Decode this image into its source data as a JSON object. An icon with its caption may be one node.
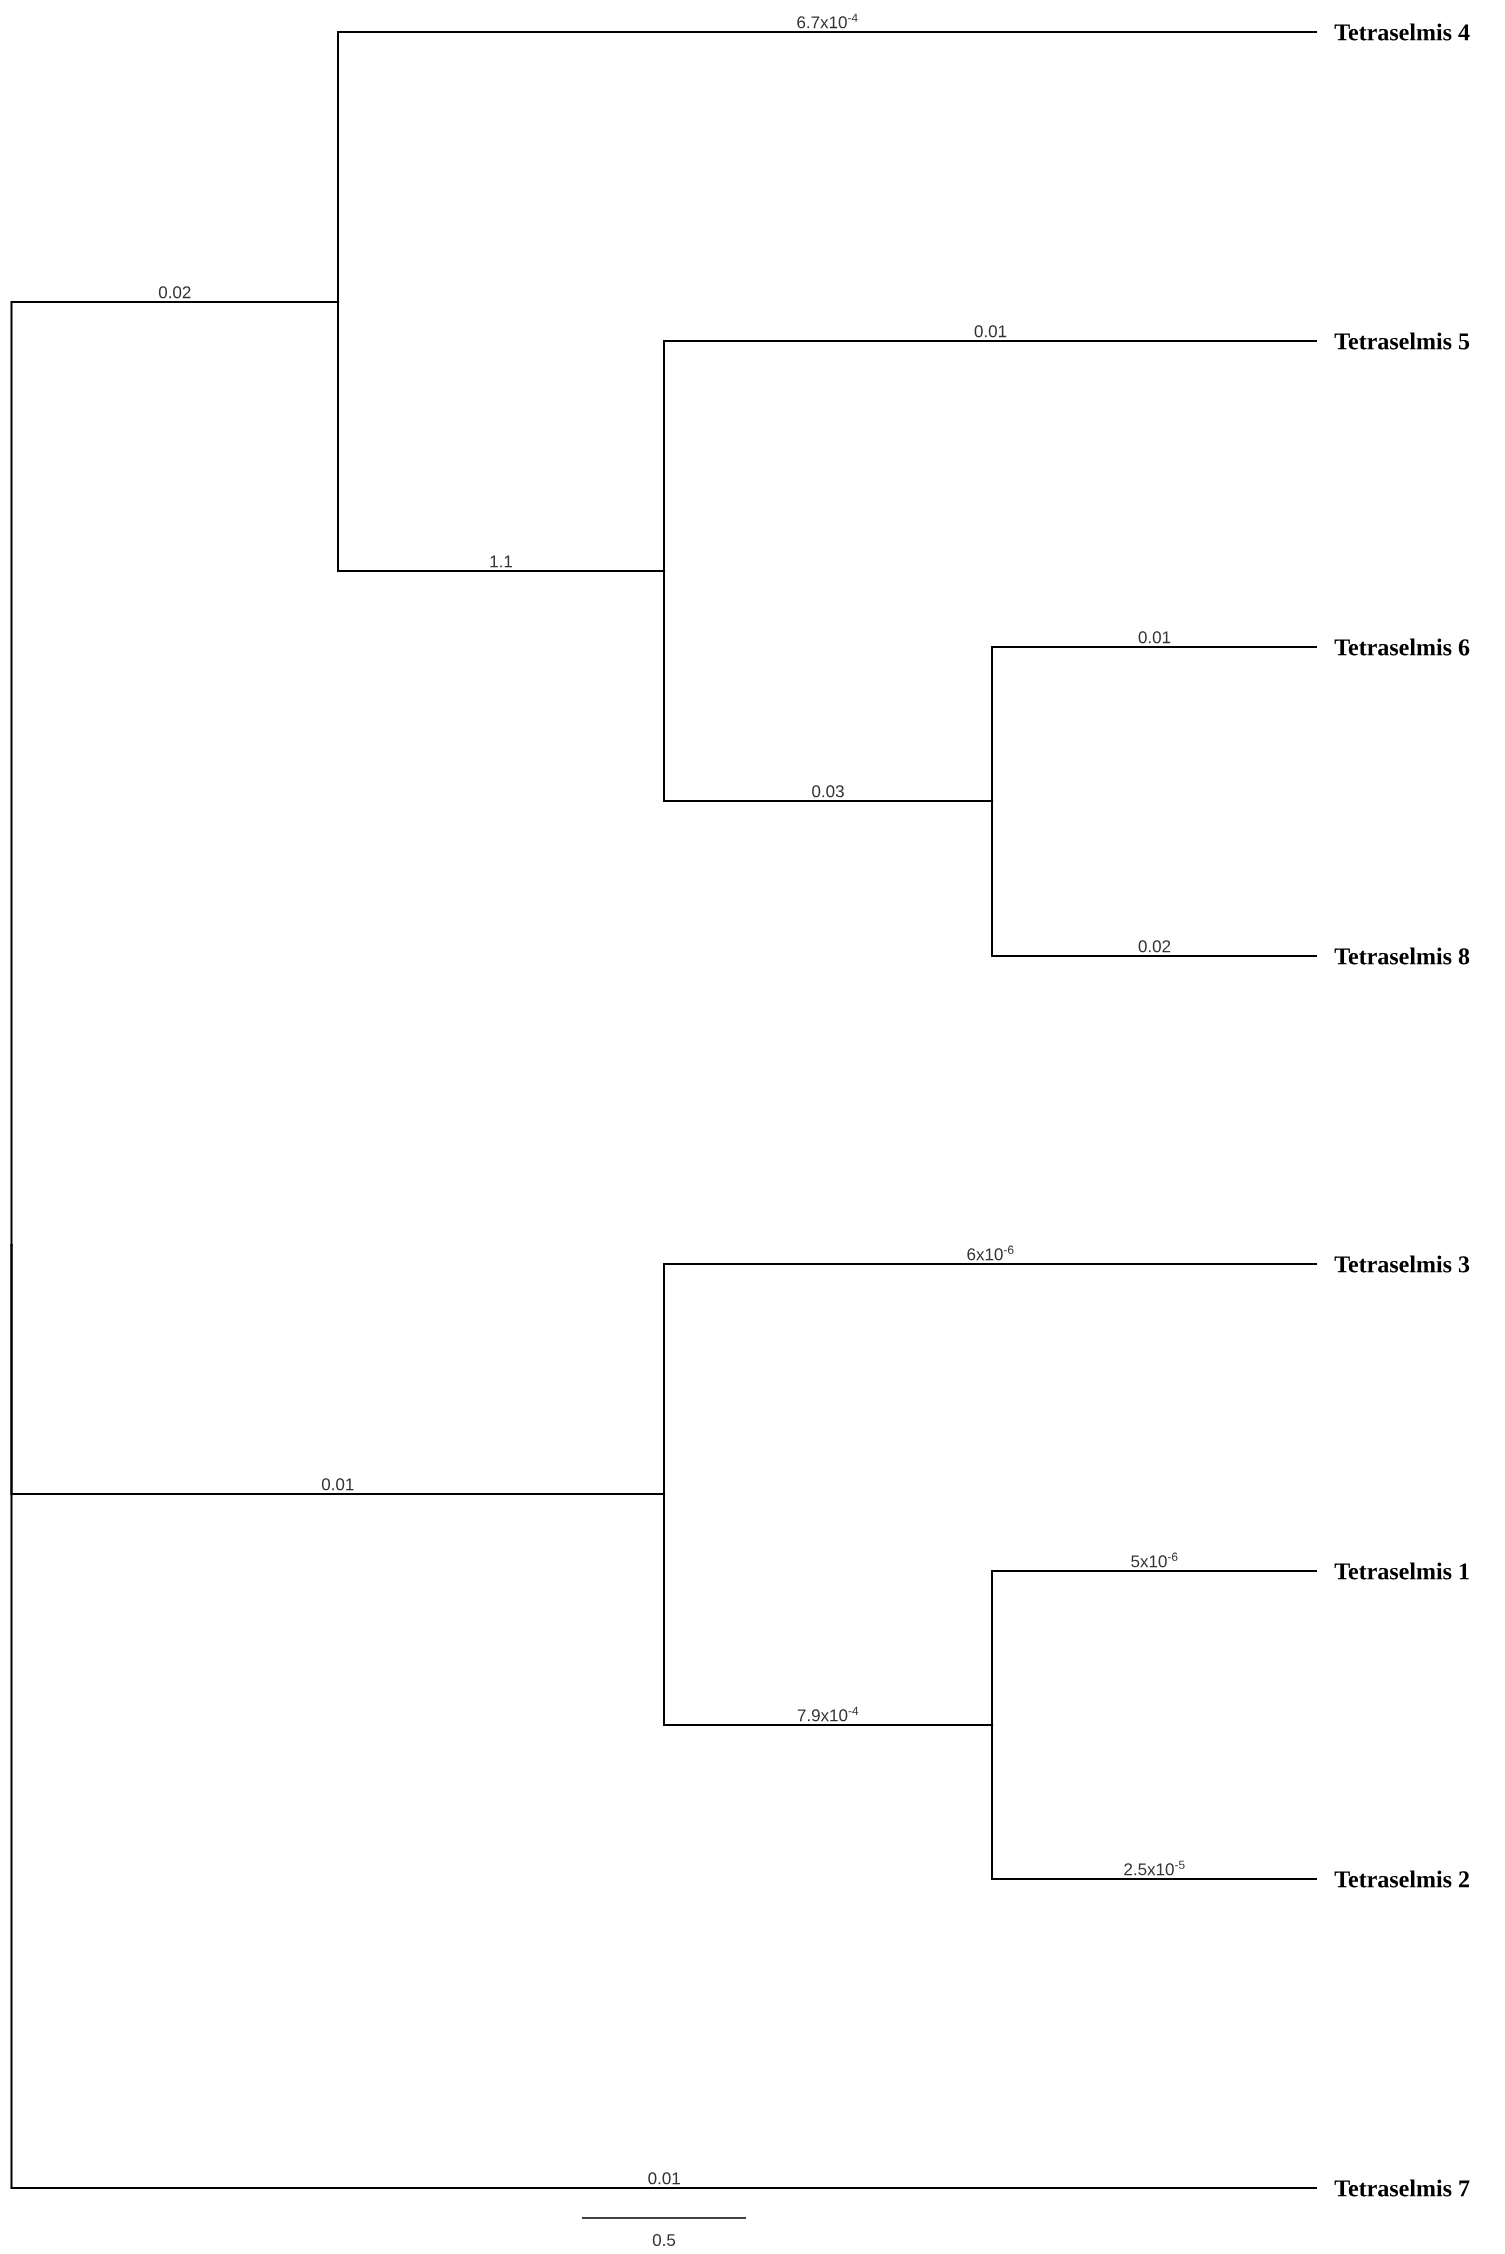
{
  "diagram": {
    "nodes": [
      {
        "text": [],
        "shape": "point"
      },
      {
        "text": [],
        "shape": "point"
      },
      {
        "text": [
          "Tetraselmis 4"
        ]
      },
      {
        "text": [],
        "shape": "point"
      },
      {
        "text": [
          "Tetraselmis 5"
        ]
      },
      {
        "text": [],
        "shape": "point"
      },
      {
        "text": [
          "Tetraselmis 6"
        ]
      },
      {
        "text": [
          "Tetraselmis 8"
        ]
      },
      {
        "text": [],
        "shape": "point"
      },
      {
        "text": [
          "Tetraselmis 3"
        ]
      },
      {
        "text": [],
        "shape": "point"
      },
      {
        "text": [
          "Tetraselmis 1"
        ]
      },
      {
        "text": [
          "Tetraselmis 2"
        ]
      },
      {
        "text": [
          "Tetraselmis 7"
        ]
      }
    ],
    "edges": [
      {
        "from": 0,
        "to": 1,
        "arrow": "none",
        "label": "0.02"
      },
      {
        "from": 1,
        "to": 2,
        "arrow": "none",
        "label": "6.7x10$^{-4}$"
      },
      {
        "from": 1,
        "to": 3,
        "arrow": "none",
        "label": "1.1"
      },
      {
        "from": 3,
        "to": 4,
        "arrow": "none",
        "label": "0.01"
      },
      {
        "from": 3,
        "to": 5,
        "arrow": "none",
        "label": "0.03"
      },
      {
        "from": 5,
        "to": 6,
        "arrow": "none",
        "label": "0.01"
      },
      {
        "from": 5,
        "to": 7,
        "arrow": "none",
        "label": "0.02"
      },
      {
        "from": 0,
        "to": 8,
        "arrow": "none",
        "label": "0.01"
      },
      {
        "from": 8,
        "to": 9,
        "arrow": "none",
        "label": "6x10$^{-6}$"
      },
      {
        "from": 8,
        "to": 10,
        "arrow": "none",
        "label": "7.9x10$^{-4}$"
      },
      {
        "from": 10,
        "to": 11,
        "arrow": "none",
        "label": "5x10$^{-6}$"
      },
      {
        "from": 10,
        "to": 12,
        "arrow": "none",
        "label": "2.5x10$^{-5}$"
      },
      {
        "from": 0,
        "to": 13,
        "arrow": "none",
        "label": "0.01"
      }
    ],
    "labels": [
      "0.5"
    ]
  }
}
